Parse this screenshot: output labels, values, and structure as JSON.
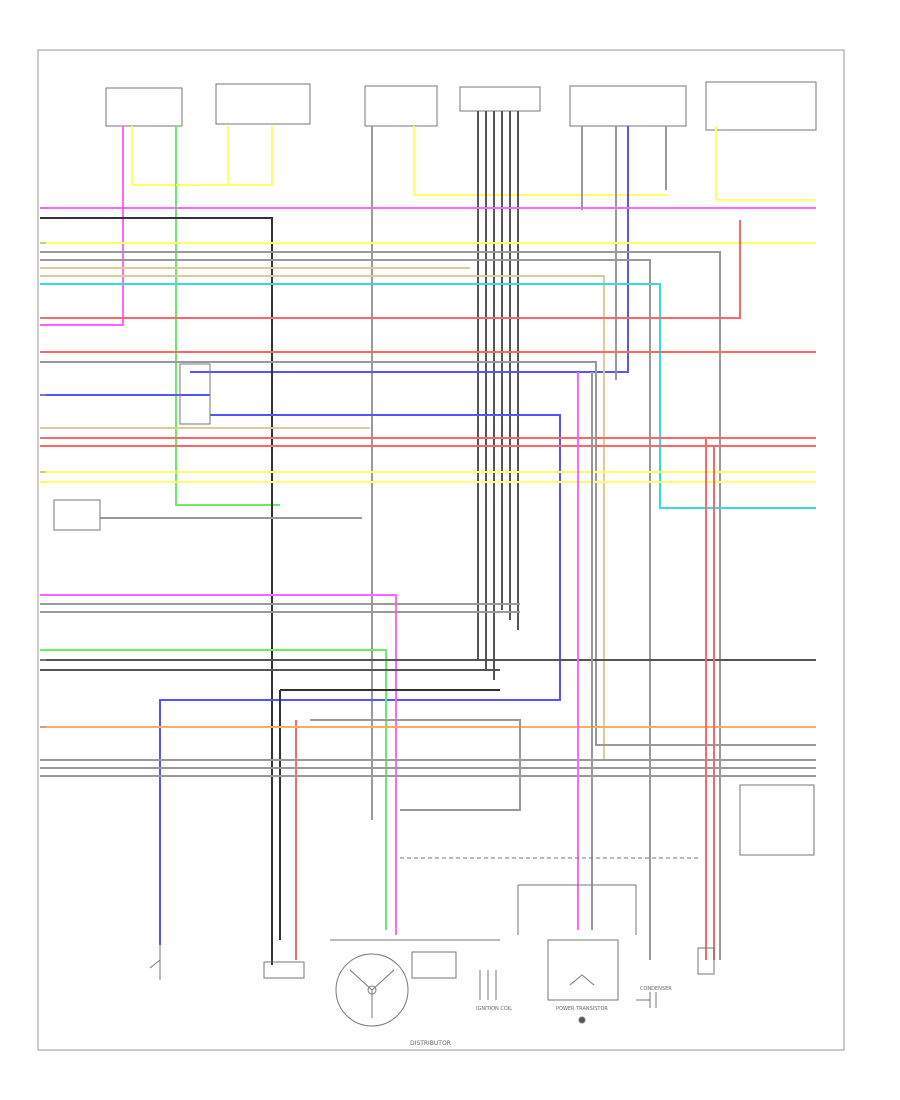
{
  "diagram": {
    "footer_left": "",
    "footer_center": "DISTRIBUTOR",
    "components": {
      "wire_harness_label": "",
      "fuel_pump_relay": "",
      "ignition_coil": "IGNITION COIL",
      "knock_sensor": "",
      "distributor_body": "",
      "power_transistor": "POWER TRANSISTOR",
      "condenser": "CONDENSER",
      "crank_sensor": "",
      "idle_solenoid": "",
      "speed_sensor": "",
      "electrical_ground": "",
      "neutral_switch": ""
    }
  },
  "colors": {
    "pink": "#ff66ff",
    "yellow": "#ffff66",
    "green": "#66ee66",
    "gray": "#999999",
    "dark": "#333333",
    "red": "#ff6666",
    "blue": "#5555ff",
    "cyan": "#33dddd",
    "orange": "#ffaa66",
    "tan": "#ddcc99"
  }
}
